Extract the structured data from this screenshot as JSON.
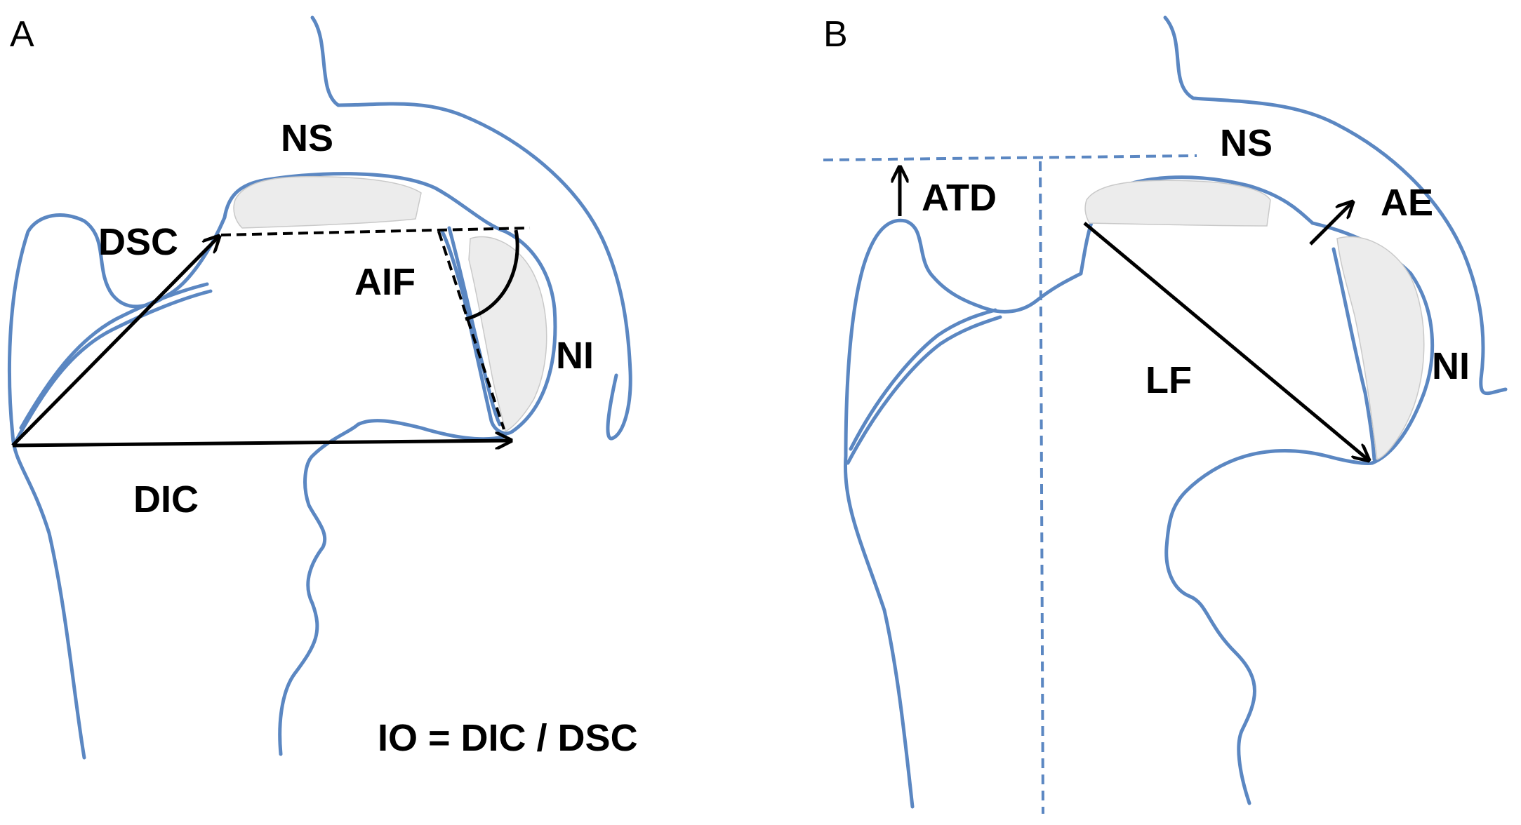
{
  "panel_a": {
    "letter": "A",
    "labels": {
      "ns": "NS",
      "dsc": "DSC",
      "aif": "AIF",
      "ni": "NI",
      "dic": "DIC"
    },
    "formula": "IO = DIC / DSC"
  },
  "panel_b": {
    "letter": "B",
    "labels": {
      "ns": "NS",
      "atd": "ATD",
      "ae": "AE",
      "ni": "NI",
      "lf": "LF"
    }
  },
  "colors": {
    "outline": "#5b87c2",
    "measure": "#000000",
    "cartilage": "#ececec"
  }
}
